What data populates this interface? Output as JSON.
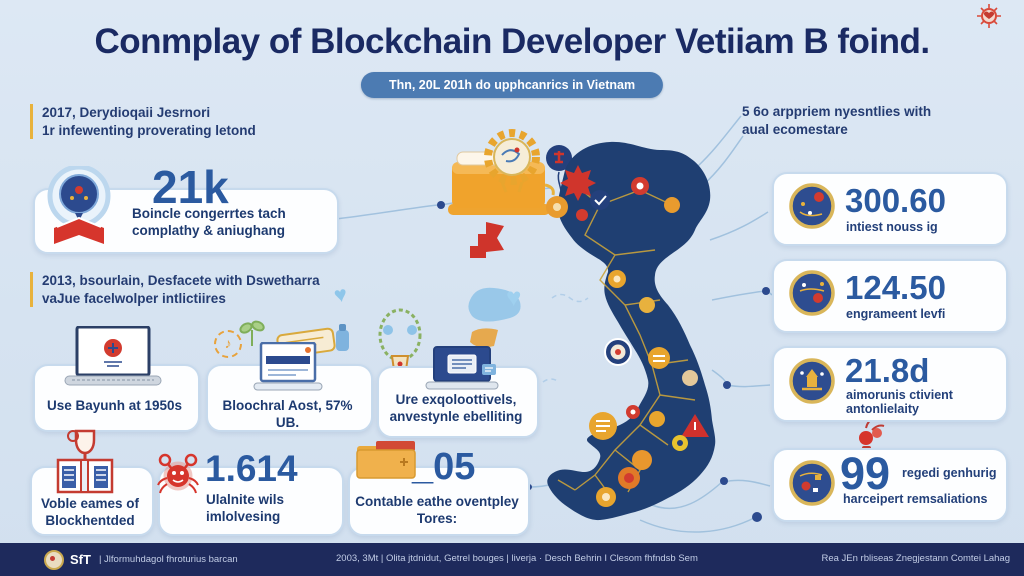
{
  "colors": {
    "background": "#d6e3f1",
    "title_navy": "#1a2a63",
    "pill_blue": "#4c7bb2",
    "panel_border": "#c7daed",
    "number_blue": "#2b5aa0",
    "text_navy": "#1d3a70",
    "accent_orange": "#e8a23c",
    "accent_red": "#d0352c",
    "map_navy": "#1f3f72",
    "road_gold": "#c9a23b",
    "footer_navy": "#1e2a5c"
  },
  "header": {
    "title": "Conmplay of Blockchain Developer Vetiiam B foind.",
    "badge": "Thn, 20L 201h do upphcanrics in Vietnam"
  },
  "left_column": {
    "note1_line1": "2017, Derydioqaii Jesrnori",
    "note1_line2": "1r infewenting proverating letond",
    "stat1_value": "21k",
    "stat1_line1": "Boincle congerrtes tach",
    "stat1_line2": "complathy & aniughang",
    "note2_line1": "2013, bsourlain, Desfacete with Dswetharra",
    "note2_line2": "vaJue facelwolper intlictiires",
    "box_use_label": "Use Bayunh at 1950s",
    "box_blood_label": "Bloochral Aost, 57% UB.",
    "box_ure_line1": "Ure exqoloottivels,",
    "box_ure_line2": "anvestynle ebelliting",
    "box_voble_line1": "Voble eames of",
    "box_voble_line2": "Blockhentded",
    "box_crab_value": "1.614",
    "box_crab_line1": "Ulalnite wils",
    "box_crab_line2": "imlolvesing",
    "box_folder_value": "_05",
    "box_folder_line1": "Contable eathe oventpley",
    "box_folder_line2": "Tores:"
  },
  "right_column": {
    "note_line1": "5 6o arppriem nyesntlies with",
    "note_line2": "aual ecomestare",
    "stats": [
      {
        "value": "300.60",
        "label": "intiest nouss ig"
      },
      {
        "value": "124.50",
        "label": "engrameent levfi"
      },
      {
        "value": "21.8d",
        "label": "aimorunis ctivient",
        "label2": "antonlielaity"
      },
      {
        "value": "99",
        "label": "regedi genhurig",
        "label2": "harceipert remsaliations"
      }
    ]
  },
  "footer": {
    "brand": "SfT",
    "left_text": "|  Jlformuhdagol fhroturius barcan",
    "center_text": "2003, 3Mt | Olita jtdnidut, Getrel bouges | liverja     ·     Desch Behrin I Clesom fhfndsb Sem",
    "right_text": "Rea JEn rbliseas Znegjestann Comtei Lahag"
  },
  "icons": {
    "map": "vietnam-map",
    "center": "table-gear-icon",
    "corner": "sun-heart-icon",
    "stat1": "balloon-book-icon",
    "boxes": [
      "laptop-logo-icon",
      "laptop-browser-icon",
      "laptop-screen-icon",
      "trophy-building-icon",
      "crab-icon",
      "folder-icon"
    ],
    "right_badges": "globe-badge-icon"
  }
}
